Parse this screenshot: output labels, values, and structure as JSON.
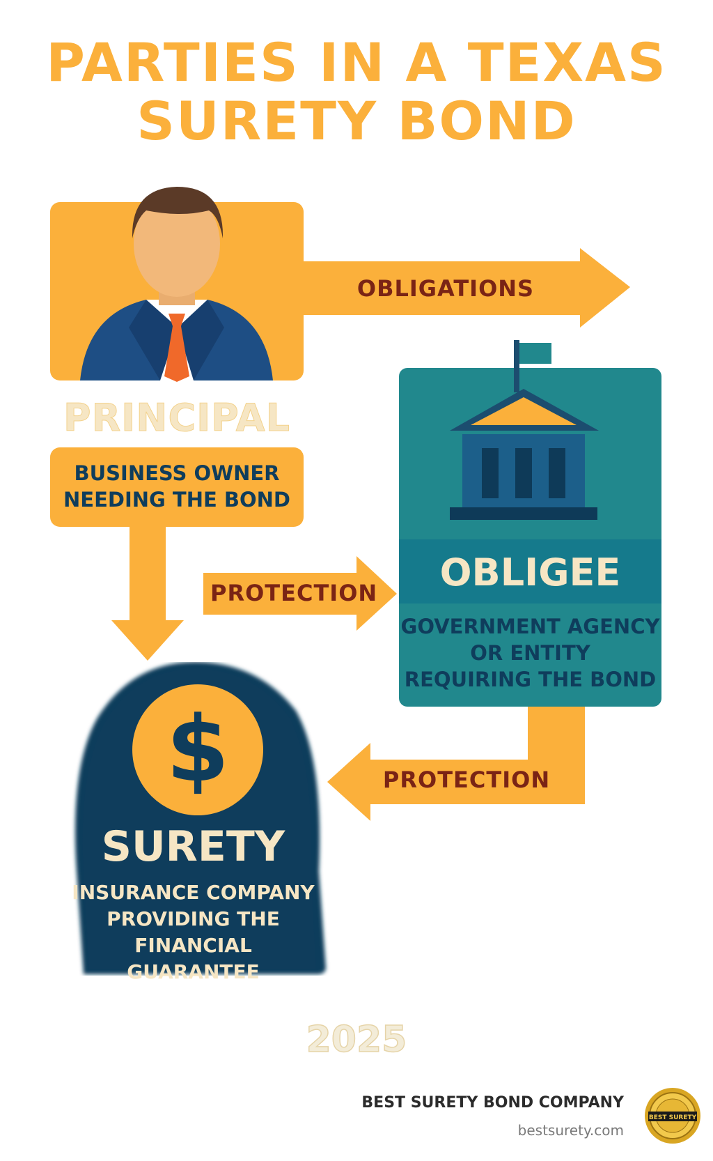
{
  "title": {
    "line1": "PARTIES IN A TEXAS",
    "line2": "SURETY BOND"
  },
  "principal": {
    "name": "PRINCIPAL",
    "desc_line1": "BUSINESS OWNER",
    "desc_line2": "NEEDING THE BOND",
    "icon": "businessman-icon"
  },
  "obligee": {
    "name": "OBLIGEE",
    "desc_line1": "GOVERNMENT AGENCY",
    "desc_line2": "OR ENTITY",
    "desc_line3": "REQUIRING THE BOND",
    "icon": "government-building-icon"
  },
  "surety": {
    "name": "SURETY",
    "desc_line1": "INSURANCE COMPANY",
    "desc_line2": "PROVIDING THE",
    "desc_line3": "FINANCIAL GUARANTEE",
    "icon": "dollar-coin-icon"
  },
  "arrows": {
    "obligations": "OBLIGATIONS",
    "protection_mid": "PROTECTION",
    "protection_low": "PROTECTION"
  },
  "year": "2025",
  "footer": {
    "company": "BEST SURETY BOND COMPANY",
    "url": "bestsurety.com",
    "seal_icon": "best-surety-seal-icon"
  },
  "colors": {
    "orange": "#fbb03b",
    "teal": "#21888d",
    "navy": "#0f3d5c",
    "dark_red": "#7a2415",
    "cream": "#f6e6c4"
  }
}
